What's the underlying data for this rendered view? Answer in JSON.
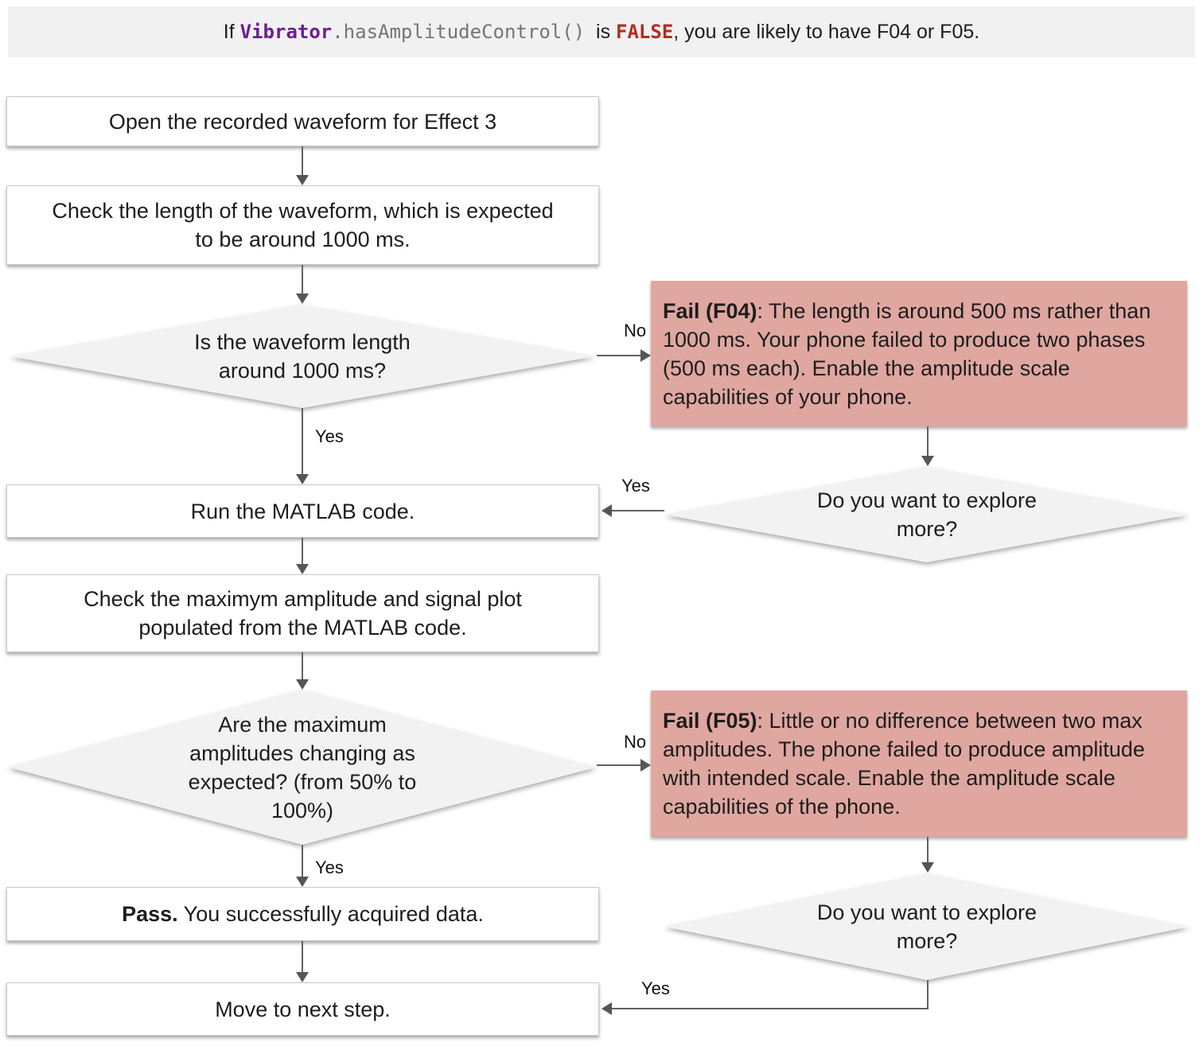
{
  "banner": {
    "prefix": "If ",
    "code_object": "Vibrator",
    "code_method": ".hasAmplitudeControl()",
    "connector": "  is ",
    "code_value": "FALSE",
    "suffix": ", you are likely to have F04 or F05."
  },
  "nodes": {
    "open_waveform": {
      "label": "Open the recorded waveform for Effect 3"
    },
    "check_length": {
      "label": "Check the length of the waveform, which is expected\nto be around 1000 ms."
    },
    "length_decision": {
      "label": "Is the waveform length\naround 1000 ms?"
    },
    "fail_f04": {
      "title": "Fail (F04)",
      "body": ": The length is around 500 ms rather than 1000 ms. Your phone failed to produce two phases (500 ms each). Enable the amplitude scale capabilities of your phone."
    },
    "explore_after_f04": {
      "label": "Do you want to explore\nmore?"
    },
    "run_matlab": {
      "label": "Run the MATLAB code."
    },
    "check_amplitude": {
      "label": "Check the maximym amplitude and signal plot\npopulated from the MATLAB code."
    },
    "amplitude_decision": {
      "label": "Are the maximum\namplitudes changing as\nexpected? (from 50% to\n100%)"
    },
    "fail_f05": {
      "title": "Fail (F05)",
      "body": ": Little or no difference between two max amplitudes. The phone failed to produce amplitude with intended scale. Enable the amplitude scale capabilities of the phone."
    },
    "pass": {
      "title": "Pass.",
      "body": " You successfully acquired data."
    },
    "explore_after_f05": {
      "label": "Do you want to explore\nmore?"
    },
    "move_next": {
      "label": "Move to next step."
    }
  },
  "edges": {
    "length_yes": "Yes",
    "length_no": "No",
    "explore1_yes": "Yes",
    "amplitude_yes": "Yes",
    "amplitude_no": "No",
    "explore2_yes": "Yes"
  },
  "colors": {
    "banner_bg": "#f1f1f1",
    "code_purple": "#6b1e90",
    "code_gray": "#757575",
    "code_red": "#b02d20",
    "fail_box": "#dfa7a0",
    "decision_fill": "#f2f2f2",
    "process_fill": "#ffffff",
    "arrow": "#5b5b5b"
  }
}
